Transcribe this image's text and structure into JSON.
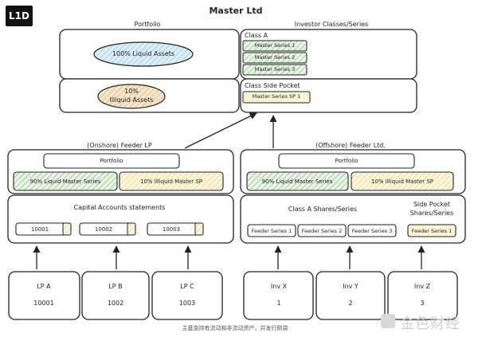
{
  "logo": "L1D",
  "title": "Master Ltd",
  "master": {
    "portfolio_header": "Portfolio",
    "investor_header": "Investor Classes/Series",
    "liquid_assets": "100% Liquid Assets",
    "illiquid_pct": "10%",
    "illiquid_assets": "Illiquid Assets",
    "class_a": "Class A",
    "series": [
      "Master Series 1",
      "Master Series 2",
      "Master Series 3"
    ],
    "side_pocket_label": "Class Side Pocket",
    "side_pocket_series": "Master Series SP 1"
  },
  "onshore": {
    "title": "(Onshore) Feeder LP",
    "portfolio": "Portfolio",
    "liquid": "90% Liquid Master Series",
    "illiquid": "10% Illiquid Master SP",
    "capital_title": "Capital Accounts statements",
    "accounts": [
      "10001",
      "10002",
      "10003"
    ],
    "investors": [
      {
        "name": "LP A",
        "id": "10001"
      },
      {
        "name": "LP B",
        "id": "1002"
      },
      {
        "name": "LP C",
        "id": "1003"
      }
    ]
  },
  "offshore": {
    "title": "(Offshore) Feeder Ltd.",
    "portfolio": "Portfolio",
    "liquid": "90% Liquid Master Series",
    "illiquid": "10% Illiquid Master SP",
    "class_a_title": "Class A Shares/Series",
    "side_pocket_title_1": "Side Pocket",
    "side_pocket_title_2": "Shares/Series",
    "feeder_series": [
      "Feeder Series 1",
      "Feeder Series 2",
      "Feeder Series 3"
    ],
    "side_pocket_series": "Feeder Series 1",
    "investors": [
      {
        "name": "Inv X",
        "id": "1"
      },
      {
        "name": "Inv Y",
        "id": "2"
      },
      {
        "name": "Inv Z",
        "id": "3"
      }
    ]
  },
  "caption": "主基金持有流动和非流动资产，并发行侧袋",
  "watermark": "金色财经",
  "colors": {
    "liquid_fill": "#d8ecf4",
    "illiquid_fill": "#f4e2c8",
    "master_series_fill": "#e3f1df",
    "green_hatch": "#8bc28a",
    "yellow_hatch": "#e8d58a",
    "side_pocket_fill": "#fbf3d6"
  }
}
